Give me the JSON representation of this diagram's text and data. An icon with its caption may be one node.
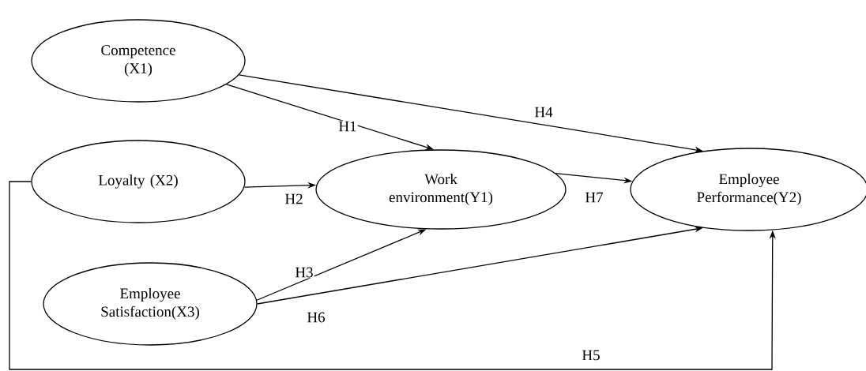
{
  "diagram": {
    "nodes": [
      {
        "text": [
          "Competence (X1)"
        ]
      },
      {
        "text": [
          "Loyalty (X2)"
        ]
      },
      {
        "text": [
          "Work environment(Y1)"
        ]
      },
      {
        "text": [
          "Employee Performance(Y2)"
        ]
      },
      {
        "text": [
          "Employee Satisfaction(X3)"
        ]
      }
    ],
    "edges": [
      {
        "from": 0,
        "to": 2,
        "arrow": "to",
        "label": "H1"
      },
      {
        "from": 0,
        "to": 3,
        "arrow": "to",
        "label": "H4"
      },
      {
        "from": 1,
        "to": 2,
        "arrow": "to",
        "label": "H2"
      },
      {
        "from": 2,
        "to": 3,
        "arrow": "to",
        "label": "H7"
      },
      {
        "from": 4,
        "to": 2,
        "arrow": "to",
        "label": "H3"
      },
      {
        "from": 4,
        "to": 3,
        "arrow": "to",
        "label": "H6"
      },
      {
        "from": 1,
        "to": 3,
        "arrow": "to",
        "label": "H5"
      }
    ]
  }
}
